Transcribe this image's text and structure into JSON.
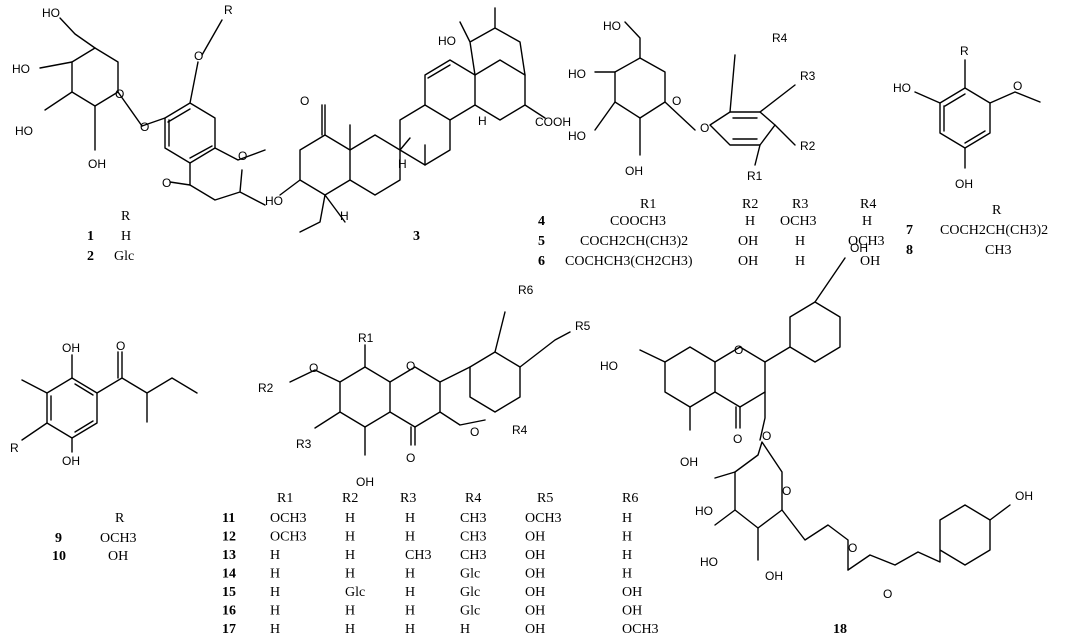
{
  "figure": {
    "compound_numbers": [
      "1",
      "2",
      "3",
      "4",
      "5",
      "6",
      "7",
      "8",
      "9",
      "10",
      "11",
      "12",
      "13",
      "14",
      "15",
      "16",
      "17",
      "18"
    ],
    "atom_labels": {
      "oh": "OH",
      "ho": "HO",
      "o": "O",
      "h": "H",
      "r": "R",
      "cooh": "COOH",
      "r1": "R1",
      "r2": "R2",
      "r3": "R3",
      "r4": "R4",
      "r5": "R5",
      "r6": "R6"
    },
    "table_1_2": {
      "header": "R",
      "rows": [
        {
          "num": "1",
          "r": "H"
        },
        {
          "num": "2",
          "r": "Glc"
        }
      ]
    },
    "table_4_6": {
      "headers": [
        "R1",
        "R2",
        "R3",
        "R4"
      ],
      "rows": [
        {
          "num": "4",
          "r1": "COOCH3",
          "r2": "H",
          "r3": "OCH3",
          "r4": "H"
        },
        {
          "num": "5",
          "r1": "COCH2CH(CH3)2",
          "r2": "OH",
          "r3": "H",
          "r4": "OCH3"
        },
        {
          "num": "6",
          "r1": "COCHCH3(CH2CH3)",
          "r2": "OH",
          "r3": "H",
          "r4": "OH"
        }
      ]
    },
    "table_7_8": {
      "header": "R",
      "rows": [
        {
          "num": "7",
          "r": "COCH2CH(CH3)2"
        },
        {
          "num": "8",
          "r": "CH3"
        }
      ]
    },
    "table_9_10": {
      "header": "R",
      "rows": [
        {
          "num": "9",
          "r": "OCH3"
        },
        {
          "num": "10",
          "r": "OH"
        }
      ]
    },
    "table_11_17": {
      "headers": [
        "R1",
        "R2",
        "R3",
        "R4",
        "R5",
        "R6"
      ],
      "rows": [
        {
          "num": "11",
          "cells": [
            "OCH3",
            "H",
            "H",
            "CH3",
            "OCH3",
            "H"
          ]
        },
        {
          "num": "12",
          "cells": [
            "OCH3",
            "H",
            "H",
            "CH3",
            "OH",
            "H"
          ]
        },
        {
          "num": "13",
          "cells": [
            "H",
            "H",
            "CH3",
            "CH3",
            "OH",
            "H"
          ]
        },
        {
          "num": "14",
          "cells": [
            "H",
            "H",
            "H",
            "Glc",
            "OH",
            "H"
          ]
        },
        {
          "num": "15",
          "cells": [
            "H",
            "Glc",
            "H",
            "Glc",
            "OH",
            "OH"
          ]
        },
        {
          "num": "16",
          "cells": [
            "H",
            "H",
            "H",
            "Glc",
            "OH",
            "OH"
          ]
        },
        {
          "num": "17",
          "cells": [
            "H",
            "H",
            "H",
            "H",
            "OH",
            "OCH3"
          ]
        }
      ]
    }
  }
}
